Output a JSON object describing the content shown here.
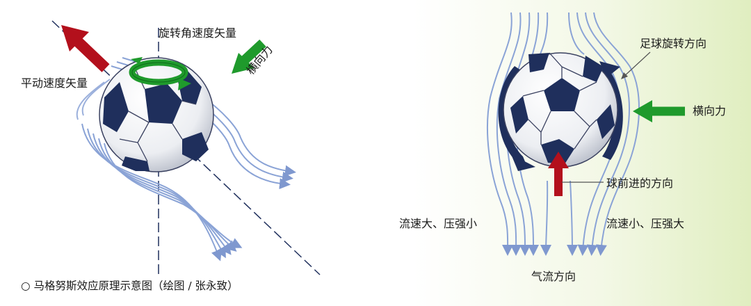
{
  "left_diagram": {
    "spin_vector_label": "旋转角速度矢量",
    "translation_vector_label": "平动速度矢量",
    "lateral_force_label": "横向力"
  },
  "right_diagram": {
    "spin_direction_label": "足球旋转方向",
    "lateral_force_label": "横向力",
    "ball_direction_label": "球前进的方向",
    "left_side_label": "流速大、压强小",
    "right_side_label": "流速小、压强大",
    "airflow_label": "气流方向"
  },
  "caption": "○ 马格努斯效应原理示意图（绘图 / 张永致）",
  "colors": {
    "background_left": "#ffffff",
    "background_right": "#e3f0c6",
    "streamline": "#8aa3d6",
    "ball_panel": "#1f2f5c",
    "arrow_red": "#b3101c",
    "arrow_green": "#1f9a2c"
  }
}
